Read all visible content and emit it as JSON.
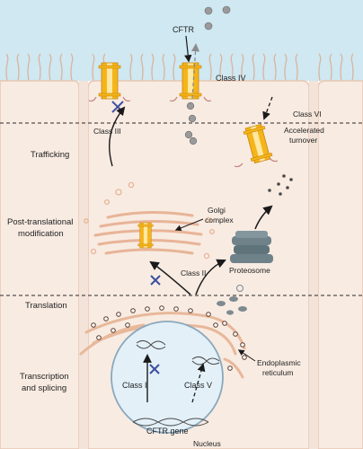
{
  "colors": {
    "extracellular": "#cfe8f2",
    "cytoplasm": "#f8ebe2",
    "membrane": "#e7c7b2",
    "channel": "#f5b51a",
    "channel_light": "#fde8a4",
    "nucleus": "#e3f0f8",
    "er": "#e7b89a",
    "golgi": "#e8b497",
    "proteasome": "#6f8289",
    "mark_x": "#3d4fa0",
    "arrow": "#1a1a1a",
    "ion": "#8c8c8c"
  },
  "labels": {
    "cftr": "CFTR",
    "class_i": "Class I",
    "class_ii": "Class II",
    "class_iii": "Class III",
    "class_iv": "Class IV",
    "class_v": "Class V",
    "class_vi": "Class VI",
    "accelerated_1": "Accelerated",
    "accelerated_2": "turnover",
    "golgi_1": "Golgi",
    "golgi_2": "complex",
    "proteosome": "Proteosome",
    "er_1": "Endoplasmic",
    "er_2": "reticulum",
    "cftr_gene": "CFTR gene",
    "nucleus": "Nucleus"
  },
  "sections": {
    "trafficking": "Trafficking",
    "ptm_1": "Post-translational",
    "ptm_2": "modification",
    "translation": "Translation",
    "tx_1": "Transcription",
    "tx_2": "and splicing"
  },
  "icons": [
    "channel-icon",
    "x-block-icon",
    "ion-dot-icon",
    "dna-icon",
    "proteasome-icon"
  ]
}
